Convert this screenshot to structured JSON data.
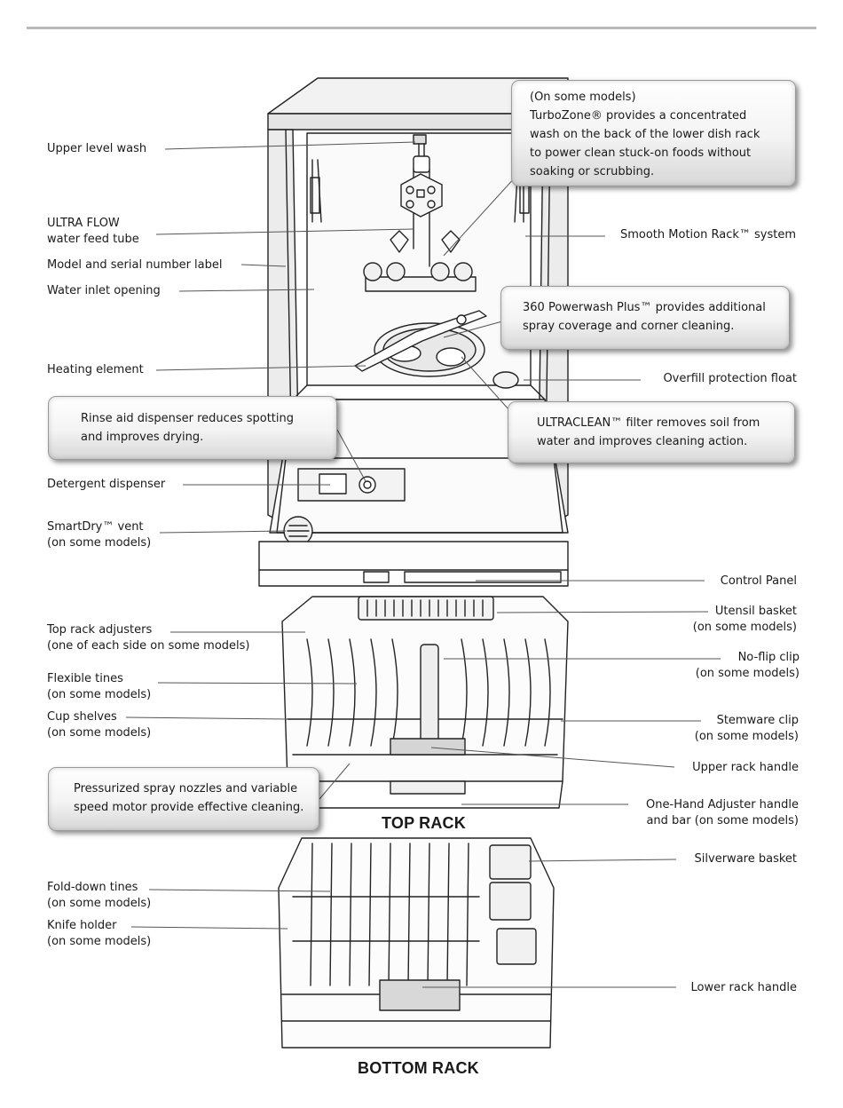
{
  "left_labels": [
    {
      "id": "upper-level-wash",
      "lines": [
        "Upper level wash"
      ]
    },
    {
      "id": "ultra-flow-tube",
      "lines": [
        "ULTRA FLOW",
        "water feed tube"
      ]
    },
    {
      "id": "model-serial-label",
      "lines": [
        "Model and serial number label"
      ]
    },
    {
      "id": "water-inlet",
      "lines": [
        "Water inlet opening"
      ]
    },
    {
      "id": "heating-element",
      "lines": [
        "Heating element"
      ]
    },
    {
      "id": "detergent-dispenser",
      "lines": [
        "Detergent dispenser"
      ]
    },
    {
      "id": "smartdry-vent",
      "lines": [
        "SmartDry™ vent",
        "(on some models)"
      ]
    },
    {
      "id": "top-rack-adjusters",
      "lines": [
        "Top rack adjusters",
        "(one of each side on some models)"
      ]
    },
    {
      "id": "flexible-tines",
      "lines": [
        "Flexible tines",
        "(on some models)"
      ]
    },
    {
      "id": "cup-shelves",
      "lines": [
        "Cup shelves",
        "(on some models)"
      ]
    },
    {
      "id": "fold-down-tines",
      "lines": [
        "Fold-down tines",
        "(on some models)"
      ]
    },
    {
      "id": "knife-holder",
      "lines": [
        "Knife holder",
        "(on some models)"
      ]
    }
  ],
  "right_labels": [
    {
      "id": "smooth-motion-rack",
      "lines": [
        "Smooth Motion Rack™ system"
      ]
    },
    {
      "id": "overfill-float",
      "lines": [
        "Overfill protection float"
      ]
    },
    {
      "id": "control-panel",
      "lines": [
        "Control Panel"
      ]
    },
    {
      "id": "utensil-basket",
      "lines": [
        "Utensil basket",
        "(on some models)"
      ]
    },
    {
      "id": "no-flip-clip",
      "lines": [
        "No-flip clip",
        "(on some models)"
      ]
    },
    {
      "id": "stemware-clip",
      "lines": [
        "Stemware clip",
        "(on some models)"
      ]
    },
    {
      "id": "upper-rack-handle",
      "lines": [
        "Upper rack handle"
      ]
    },
    {
      "id": "one-hand-adjuster",
      "lines": [
        "One-Hand Adjuster handle",
        "and bar (on some models)"
      ]
    },
    {
      "id": "silverware-basket",
      "lines": [
        "Silverware basket"
      ]
    },
    {
      "id": "lower-rack-handle",
      "lines": [
        "Lower rack handle"
      ]
    }
  ],
  "callouts": [
    {
      "id": "turbozone",
      "lines": [
        "(On some models)",
        "TurboZone® provides a concentrated",
        "wash on the back of the lower dish rack",
        "to power clean stuck-on foods without",
        "soaking or scrubbing."
      ]
    },
    {
      "id": "powerwash",
      "lines": [
        "360 Powerwash Plus™ provides additional",
        "spray coverage and corner cleaning."
      ]
    },
    {
      "id": "ultraclean-filter",
      "lines": [
        "ULTRACLEAN™ filter removes soil from",
        "water and improves cleaning action."
      ]
    },
    {
      "id": "rinse-aid",
      "lines": [
        "Rinse aid dispenser reduces spotting",
        "and improves drying."
      ]
    },
    {
      "id": "spray-nozzles",
      "lines": [
        "Pressurized spray nozzles and variable",
        "speed motor provide effective cleaning."
      ]
    }
  ],
  "rack_titles": {
    "top": "TOP RACK",
    "bottom": "BOTTOM RACK"
  }
}
